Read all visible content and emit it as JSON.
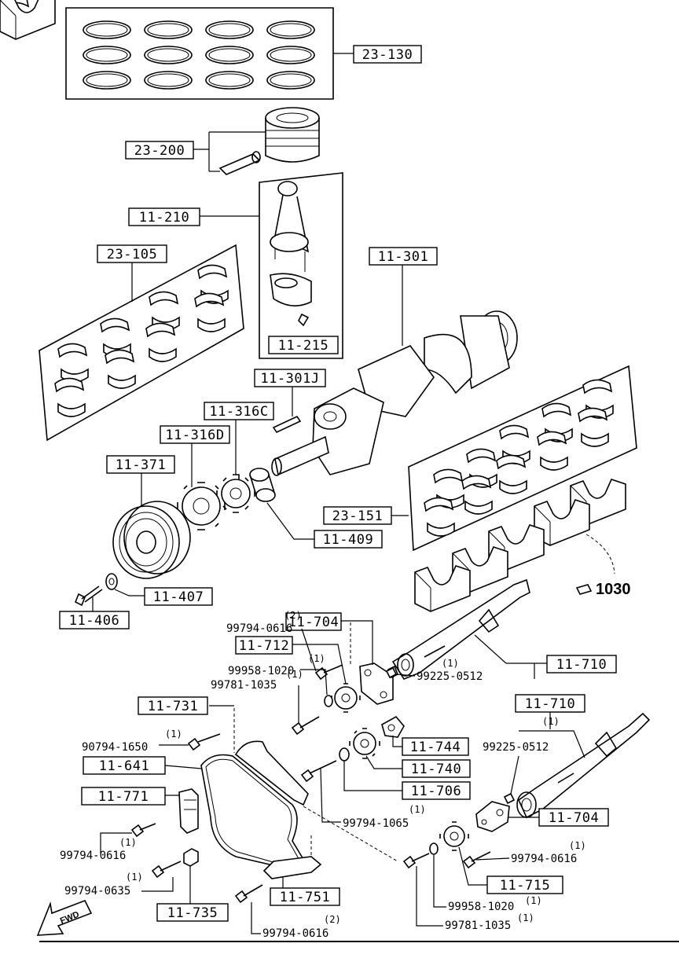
{
  "diagram": {
    "groups": {
      "piston_rings": "23-130",
      "piston": "23-200",
      "connecting_rod": "11-210",
      "rod_bearings": "23-105",
      "rod_nut": "11-215",
      "crankshaft": "11-301",
      "crank_key": "11-301J",
      "key_c": "11-316C",
      "sprocket_d": "11-316D",
      "pulley": "11-371",
      "main_bearings": "23-151",
      "spacer": "11-409",
      "washer": "11-407",
      "pulley_bolt": "11-406",
      "tensioner_plate_upper": "11-704",
      "idler_gear_upper": "11-712",
      "balance_shaft_upper": "11-710",
      "balance_shaft_lower": "11-710",
      "chain_guide": "11-731",
      "timing_chain": "11-641",
      "tensioner": "11-771",
      "chain_guide_lower": "11-751",
      "tensioner_spacer": "11-735",
      "cap_gear": "11-744",
      "idler_sprocket": "11-740",
      "idler_shaft": "11-706",
      "tensioner_plate_lower": "11-704",
      "lower_sprocket": "11-715"
    },
    "part_numbers": {
      "bolt_upper_a": {
        "pn": "99794-0616",
        "qty": "(2)"
      },
      "washer_upper": {
        "pn": "99958-1020",
        "qty": "(1)"
      },
      "bolt_upper_b": {
        "pn": "99781-1035",
        "qty": "(1)"
      },
      "pin_upper": {
        "pn": "99225-0512",
        "qty": "(1)"
      },
      "bolt_guide": {
        "pn": "90794-1650",
        "qty": "(1)"
      },
      "bolt_idler": {
        "pn": "99794-1065",
        "qty": "(1)"
      },
      "pin_lower": {
        "pn": "99225-0512",
        "qty": "(1)"
      },
      "bolt_tensioner": {
        "pn": "99794-0616",
        "qty": "(1)"
      },
      "bolt_plate_lower": {
        "pn": "99794-0616",
        "qty": "(1)"
      },
      "bolt_spacer": {
        "pn": "99794-0635",
        "qty": "(1)"
      },
      "washer_lower": {
        "pn": "99958-1020",
        "qty": "(1)"
      },
      "bolt_lower_b": {
        "pn": "99781-1035",
        "qty": "(1)"
      },
      "bolt_guide_lower": {
        "pn": "99794-0616",
        "qty": "(2)"
      }
    },
    "reference": "1030",
    "direction_label": "FWD"
  }
}
